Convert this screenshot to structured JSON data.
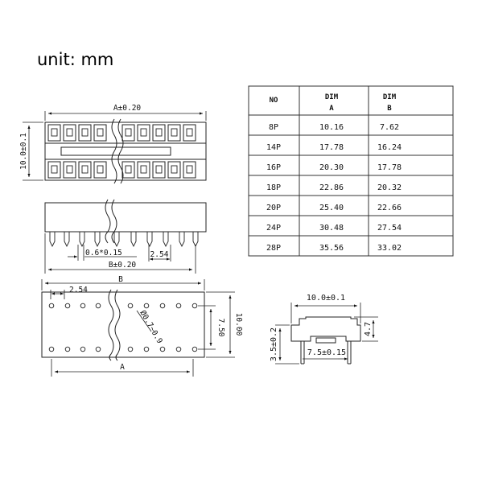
{
  "unit_label": "unit: mm",
  "table": {
    "headers": [
      [
        "NO"
      ],
      [
        "DIM",
        "A"
      ],
      [
        "DIM",
        "B"
      ]
    ],
    "rows": [
      [
        "8P",
        "10.16",
        "7.62"
      ],
      [
        "14P",
        "17.78",
        "16.24"
      ],
      [
        "16P",
        "20.30",
        "17.78"
      ],
      [
        "18P",
        "22.86",
        "20.32"
      ],
      [
        "20P",
        "25.40",
        "22.66"
      ],
      [
        "24P",
        "30.48",
        "27.54"
      ],
      [
        "28P",
        "35.56",
        "33.02"
      ]
    ]
  },
  "top_view": {
    "dim_a": "A±0.20",
    "dim_height": "10.0±0.1"
  },
  "front_view": {
    "dim_pin_width": "0.6*0.15",
    "dim_pitch": "2.54",
    "dim_b": "B±0.20"
  },
  "bottom_view": {
    "dim_b": "B",
    "dim_pitch": "2.54",
    "dim_hole": "Ø0.7~0.9",
    "dim_row": "7.50",
    "dim_outer": "10.00",
    "dim_a": "A"
  },
  "side_view": {
    "dim_width": "10.0±0.1",
    "dim_height": "4.7",
    "dim_pin_len": "3.5±0.2",
    "dim_row": "7.5±0.15"
  }
}
